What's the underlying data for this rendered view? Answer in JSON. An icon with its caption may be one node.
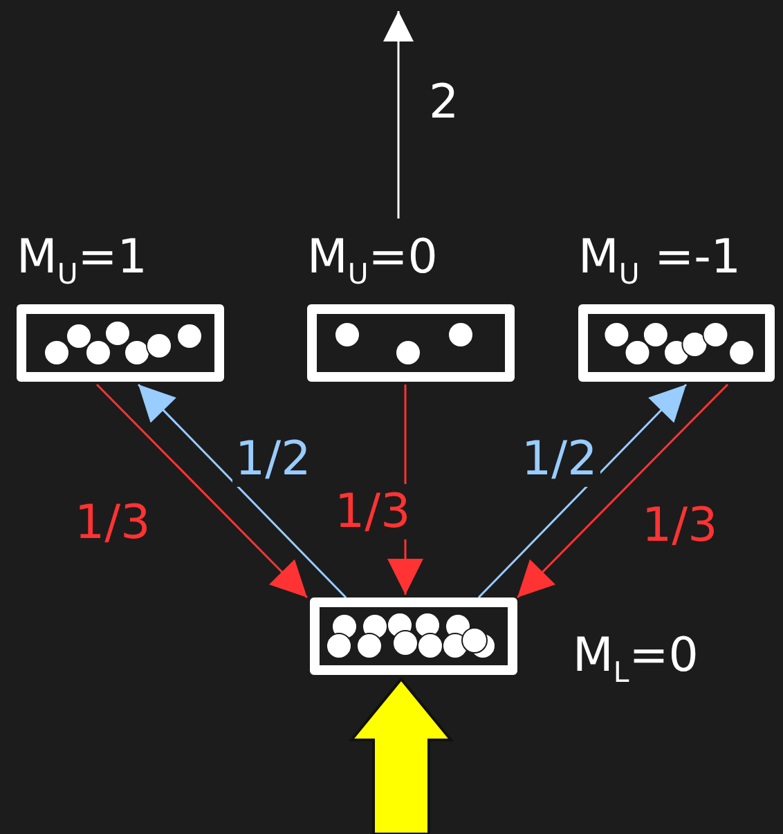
{
  "diagram": {
    "nodes": [
      {
        "text": [
          "M$_{U}$=1"
        ]
      },
      {
        "text": [
          "M$_{U}$=0"
        ]
      },
      {
        "text": [
          "M$_{U}$ =-1"
        ]
      },
      {
        "text": [],
        "shape": "box",
        "beside": [
          "M$_{L}$=0"
        ]
      }
    ],
    "edges": [
      {
        "from": 0,
        "to": 3,
        "arrow": "to",
        "label": "1/3",
        "color": "#ff3333"
      },
      {
        "from": 3,
        "to": 0,
        "arrow": "to",
        "label": "1/2",
        "color": "#99ccff"
      },
      {
        "from": 1,
        "to": 3,
        "arrow": "to",
        "label": "1/3",
        "color": "#ff3333"
      },
      {
        "from": 3,
        "to": 2,
        "arrow": "to",
        "label": "1/2",
        "color": "#99ccff"
      },
      {
        "from": 2,
        "to": 3,
        "arrow": "to",
        "label": "1/3",
        "color": "#ff3333"
      },
      {
        "from": 1,
        "to": null,
        "arrow": "to",
        "label": "2",
        "color": "#ffffff"
      },
      {
        "from": null,
        "to": 3,
        "arrow": "to",
        "style": "thick",
        "color": "#ffff00"
      }
    ]
  }
}
